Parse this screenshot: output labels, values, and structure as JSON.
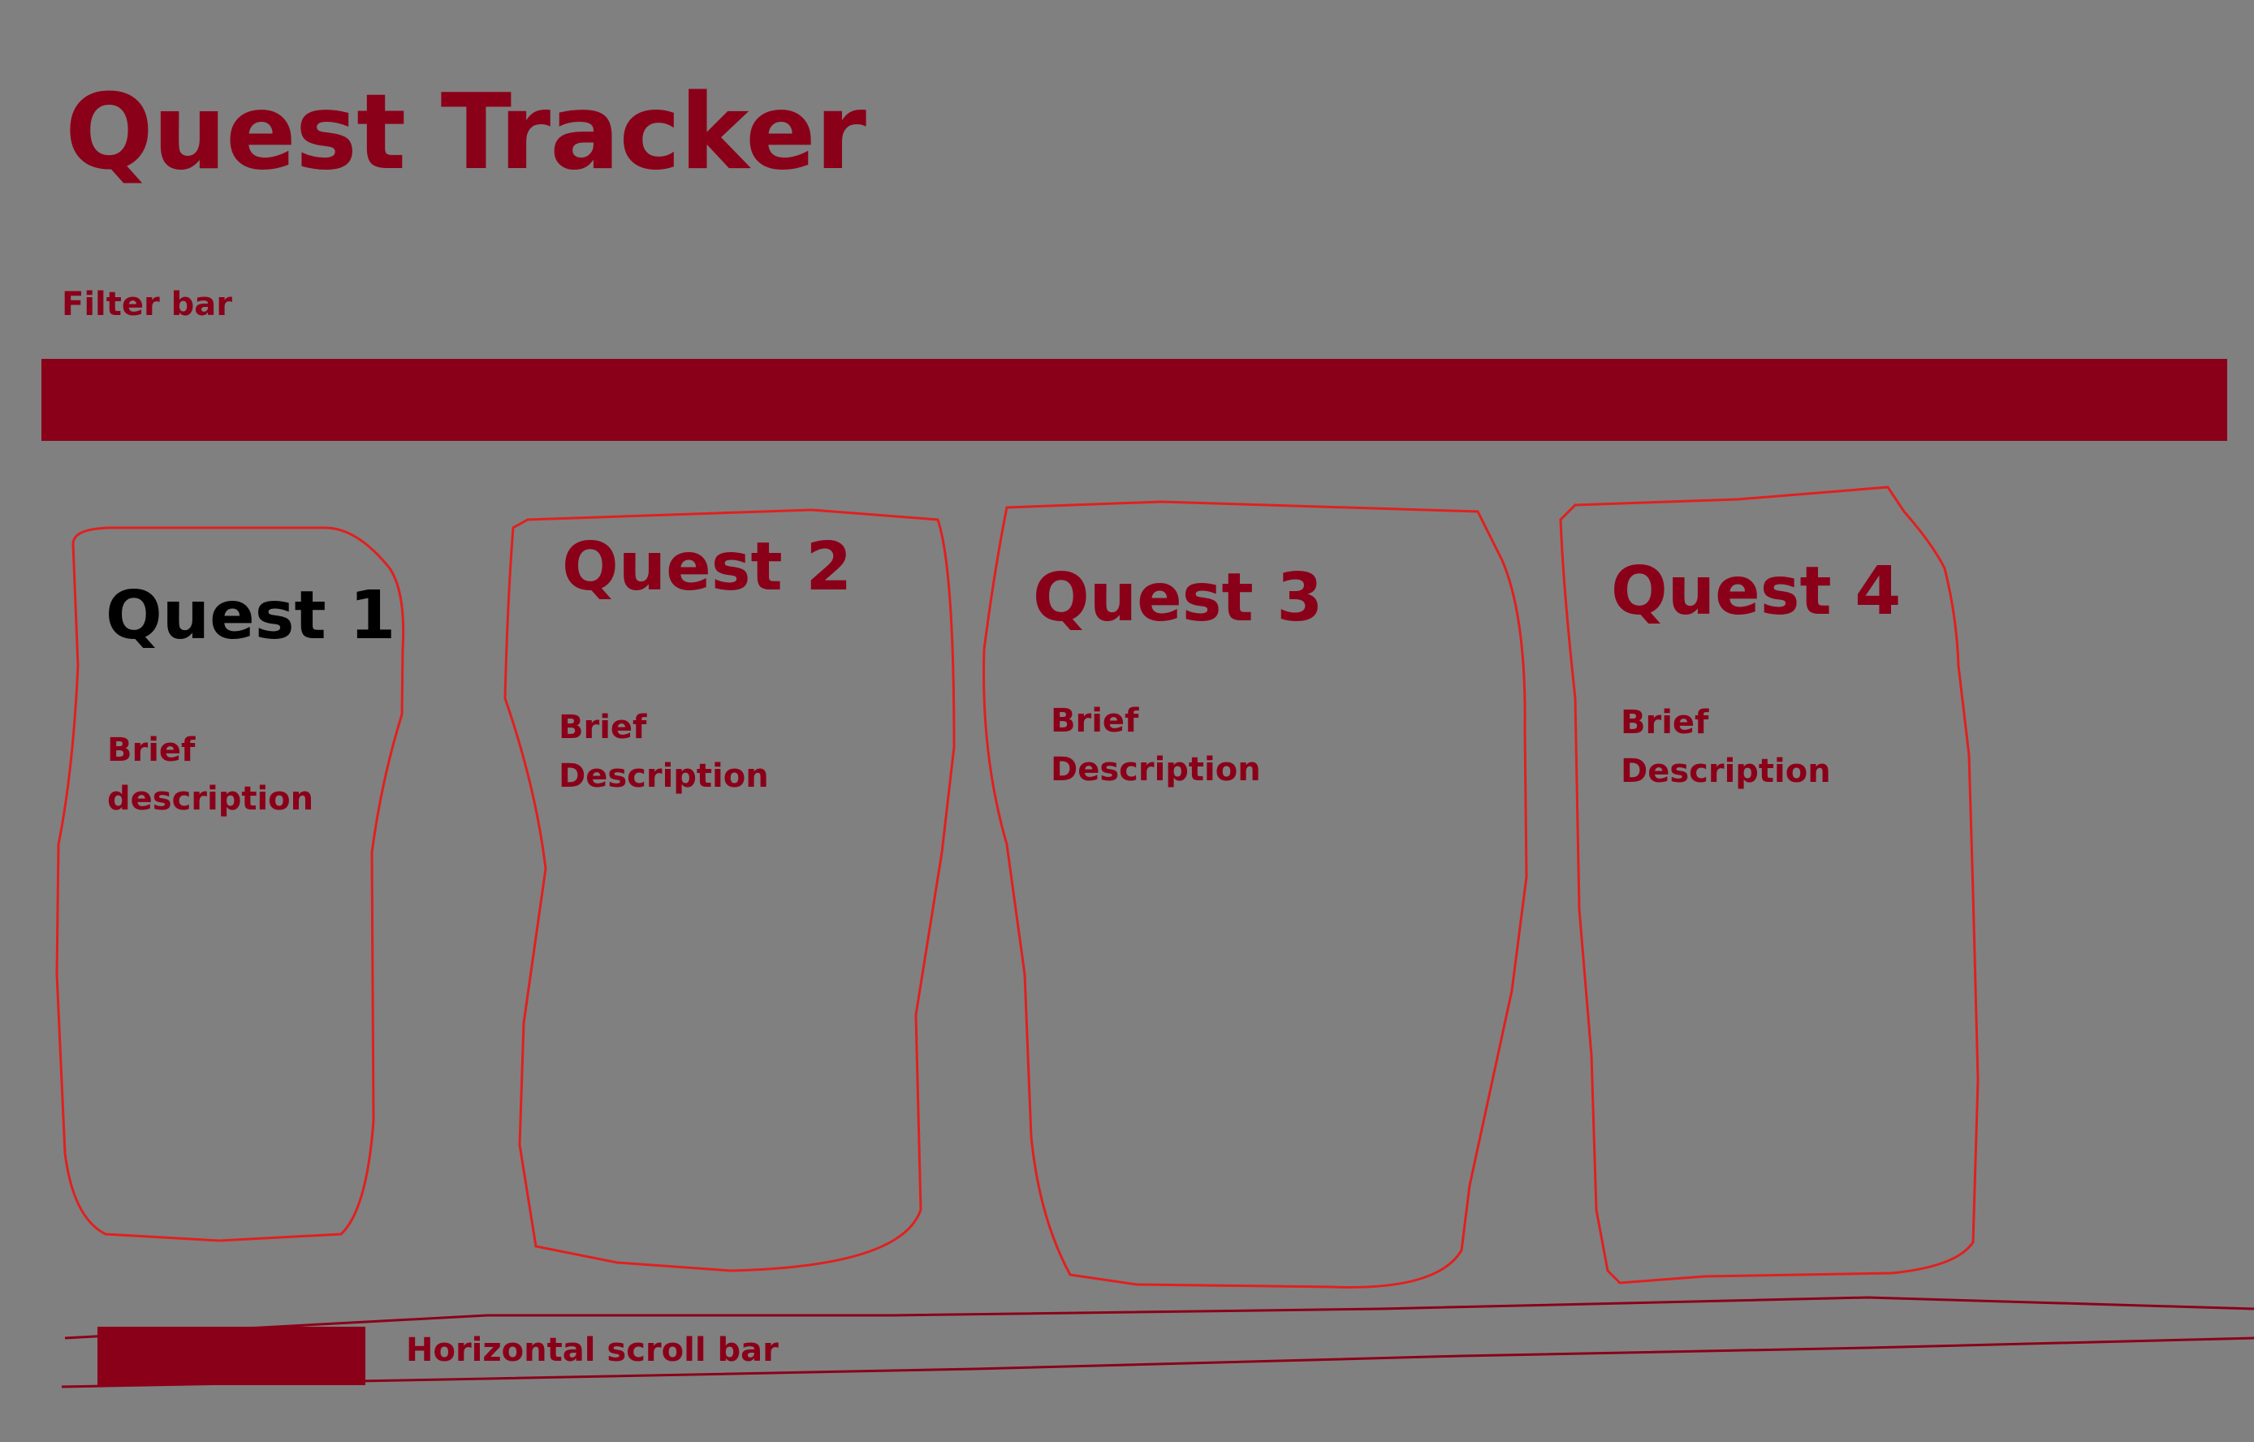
{
  "page": {
    "title": "Quest Tracker"
  },
  "filter": {
    "label": "Filter bar"
  },
  "quests": [
    {
      "title": "Quest 1",
      "description": "Brief description"
    },
    {
      "title": "Quest 2",
      "description": "Brief Description"
    },
    {
      "title": "Quest 3",
      "description": "Brief Description"
    },
    {
      "title": "Quest 4",
      "description": "Brief Description"
    }
  ],
  "scroll": {
    "label": "Horizontal scroll bar"
  },
  "colors": {
    "background": "#808080",
    "accent": "#8b0019",
    "card_outline": "#e02020",
    "active_title": "#000000"
  }
}
